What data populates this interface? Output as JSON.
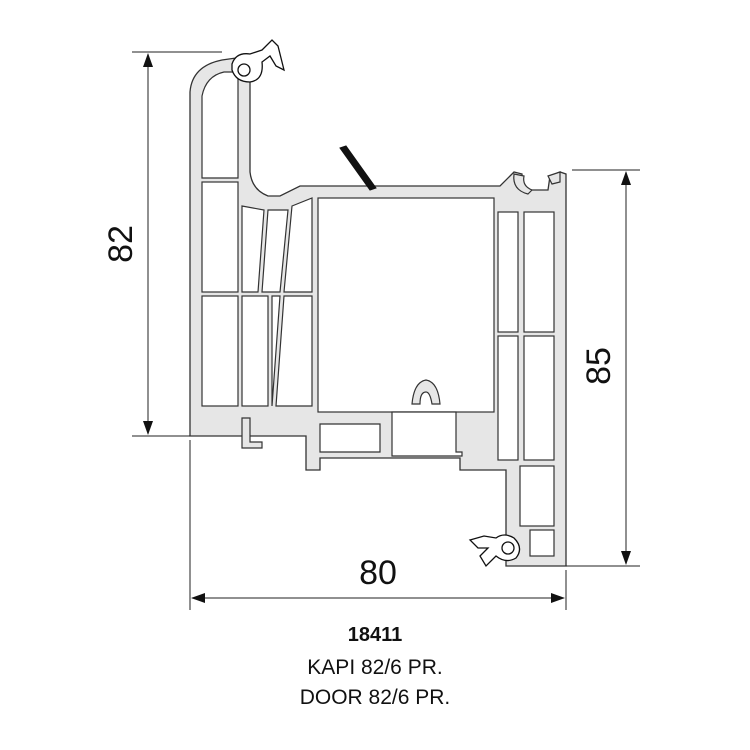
{
  "dimensions": {
    "height_left": "82",
    "height_right": "85",
    "width_bottom": "80"
  },
  "caption": {
    "code": "18411",
    "name_tr": "KAPI 82/6 PR.",
    "name_en": "DOOR 82/6 PR."
  },
  "colors": {
    "profile_fill": "#e6e6e6",
    "profile_stroke": "#333333",
    "dimension_line": "#222222",
    "gasket": "#111111"
  }
}
